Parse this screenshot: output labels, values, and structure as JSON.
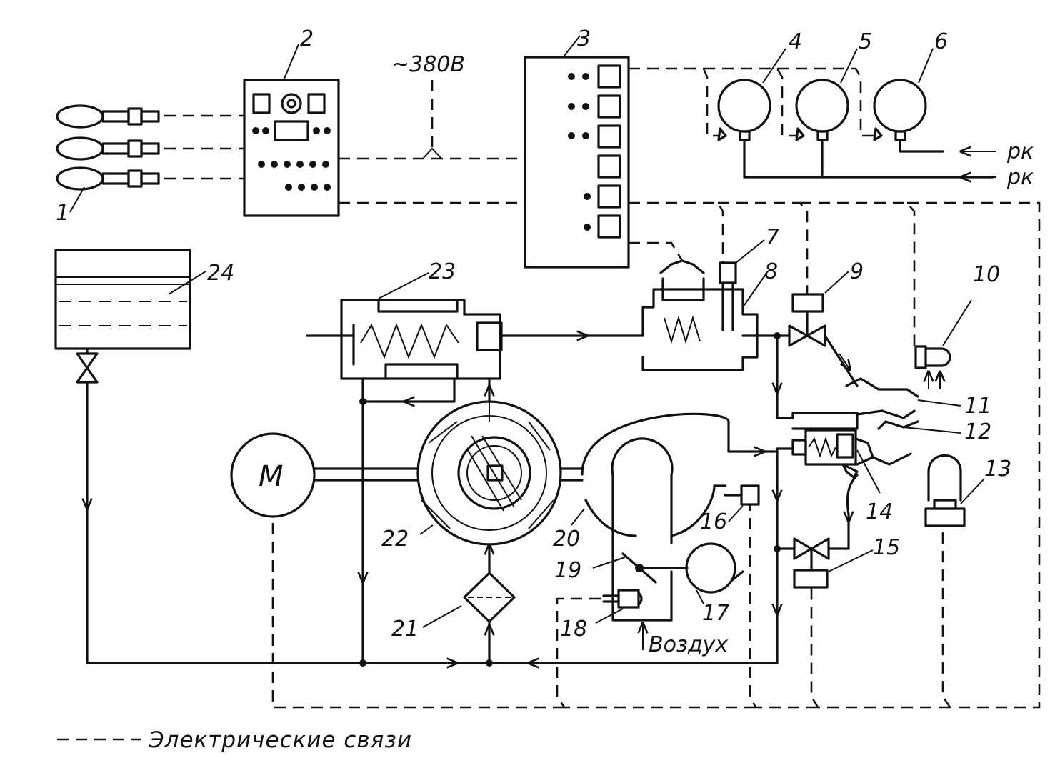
{
  "labels": {
    "n1": "1",
    "n2": "2",
    "n3": "3",
    "n4": "4",
    "n5": "5",
    "n6": "6",
    "n7": "7",
    "n8": "8",
    "n9": "9",
    "n10": "10",
    "n11": "11",
    "n12": "12",
    "n13": "13",
    "n14": "14",
    "n15": "15",
    "n16": "16",
    "n17": "17",
    "n18": "18",
    "n19": "19",
    "n20": "20",
    "n21": "21",
    "n22": "22",
    "n23": "23",
    "n24": "24"
  },
  "supply_voltage": "~380В",
  "pressure_1": "pк",
  "pressure_2": "pк",
  "motor": "M",
  "air": "Воздух",
  "legend": "Электрические связи"
}
